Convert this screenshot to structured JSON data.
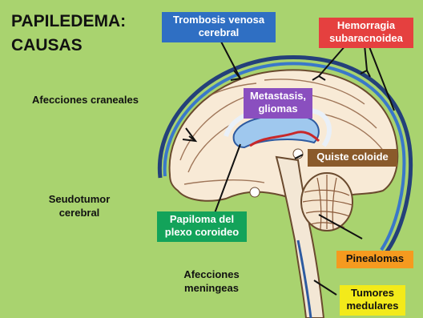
{
  "title": {
    "line1": "PAPILEDEMA:",
    "line2": "CAUSAS"
  },
  "labels": {
    "afecciones_craneales": "Afecciones craneales",
    "seudotumor_line1": "Seudotumor",
    "seudotumor_line2": "cerebral",
    "afecciones_meningeas_line1": "Afecciones",
    "afecciones_meningeas_line2": "meningeas"
  },
  "boxes": {
    "trombosis": {
      "line1": "Trombosis venosa",
      "line2": "cerebral",
      "bg": "#2f6fc3",
      "fg": "#ffffff"
    },
    "hemorragia": {
      "line1": "Hemorragia",
      "line2": "subaracnoidea",
      "bg": "#e5403f",
      "fg": "#ffffff"
    },
    "metastasis": {
      "line1": "Metastasis,",
      "line2": "gliomas",
      "bg": "#8a4fbf",
      "fg": "#ffffff"
    },
    "quiste": {
      "line1": "Quiste coloide",
      "bg": "#8a5a2b",
      "fg": "#ffffff"
    },
    "papiloma": {
      "line1": "Papiloma del",
      "line2": "plexo coroideo",
      "bg": "#13a35a",
      "fg": "#ffffff"
    },
    "pinealomas": {
      "line1": "Pinealomas",
      "bg": "#f59a1f",
      "fg": "#111111"
    },
    "tumores": {
      "line1": "Tumores",
      "line2": "medulares",
      "bg": "#f3ea1a",
      "fg": "#111111"
    }
  },
  "colors": {
    "background": "#a9d36f",
    "skull": "#2a4a8a",
    "brain": "#f7e9d8",
    "ventricle": "#7fb6e6",
    "vessels": "#c8282a"
  }
}
